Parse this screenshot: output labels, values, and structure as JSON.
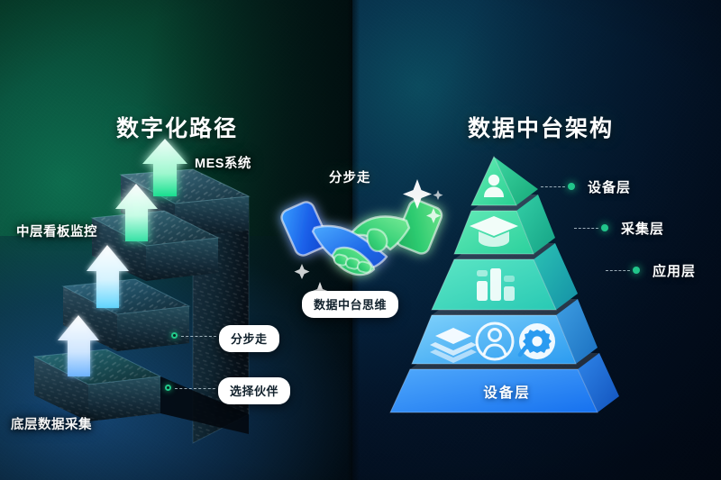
{
  "left_panel": {
    "title": "数字化路径",
    "steps": [
      {
        "label": "底层数据采集",
        "index": 1
      },
      {
        "label": "中层看板监控",
        "index": 2
      },
      {
        "label": "MES系统",
        "index": 3
      }
    ],
    "callouts": [
      {
        "label": "分步走"
      },
      {
        "label": "选择伙伴"
      }
    ]
  },
  "center": {
    "headline": "分步走",
    "pill": "数据中台思维",
    "icon": "handshake-icon"
  },
  "right_panel": {
    "title": "数据中台架构",
    "tiers": [
      {
        "label": "设备层",
        "icon": "user-person-icon",
        "color": "#3ddc9a"
      },
      {
        "label": "采集层",
        "icon": "graduation-cap-icon",
        "color": "#35d6a6"
      },
      {
        "label": "应用层",
        "icon": "bar-chart-icon",
        "color": "#2fd0bb"
      },
      {
        "label": "",
        "icon": "layers-icon",
        "color": "#37a8ee"
      },
      {
        "label": "设备层",
        "icon": "",
        "color": "#1f86f5"
      }
    ],
    "service_icons": [
      "layers-icon",
      "user-circle-icon",
      "gear-icon"
    ],
    "base_label": "设备层"
  },
  "colors": {
    "bg_left": "#0a5640",
    "bg_right": "#062a44",
    "accent_green": "#21c58a",
    "accent_blue": "#1f86f5",
    "pill_bg": "#ffffff",
    "pill_text": "#11212c",
    "title_text": "#ffffff"
  }
}
